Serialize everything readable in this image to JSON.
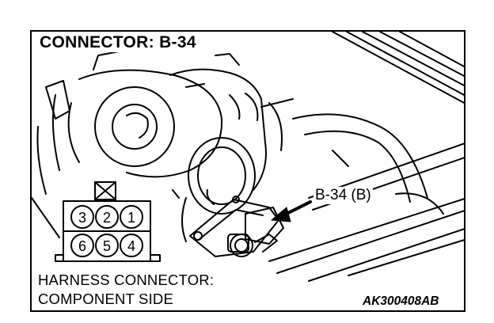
{
  "title": "CONNECTOR: B-34",
  "callout": "B-34 (B)",
  "caption": {
    "line1": "HARNESS CONNECTOR:",
    "line2": "COMPONENT SIDE"
  },
  "figure_code": "AK300408AB",
  "connector": {
    "top_row": [
      "3",
      "2",
      "1"
    ],
    "bottom_row": [
      "6",
      "5",
      "4"
    ]
  }
}
